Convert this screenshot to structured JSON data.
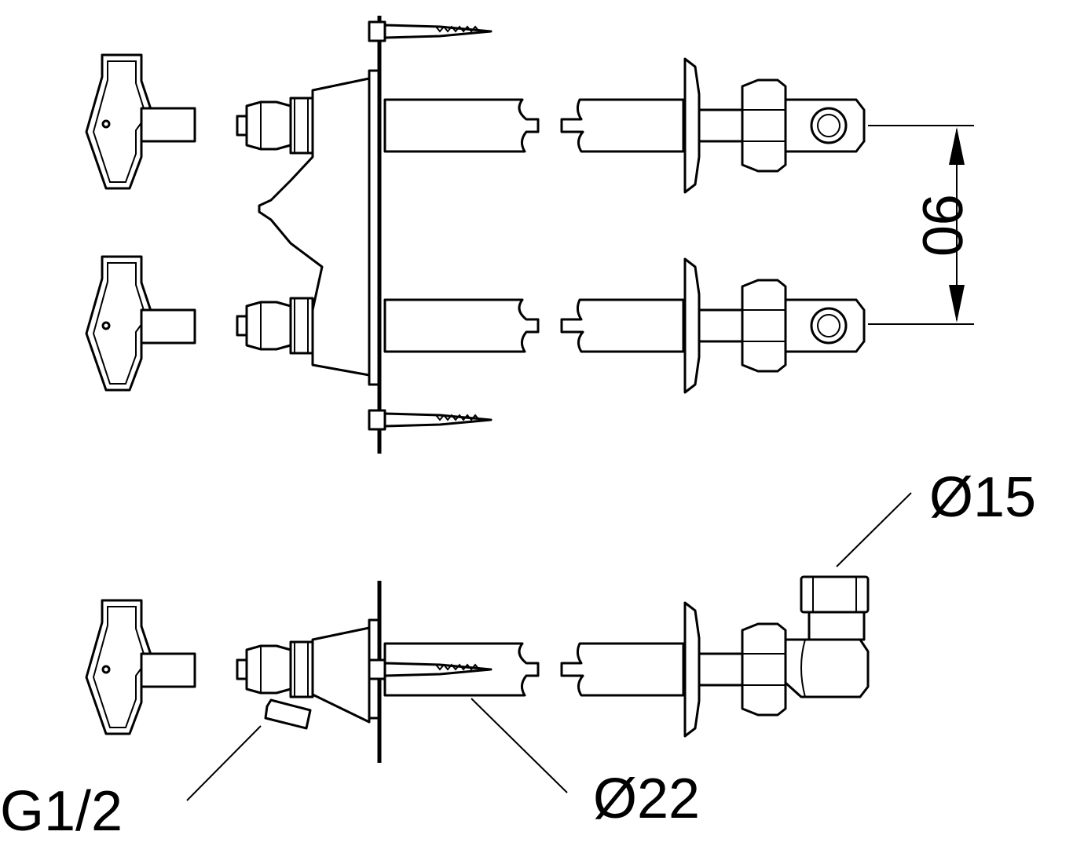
{
  "dimensions": {
    "spacing": "90",
    "outlet_diameter": "Ø15",
    "pipe_diameter": "Ø22",
    "thread": "G1/2"
  },
  "colors": {
    "stroke": "#000000",
    "background": "#ffffff"
  }
}
